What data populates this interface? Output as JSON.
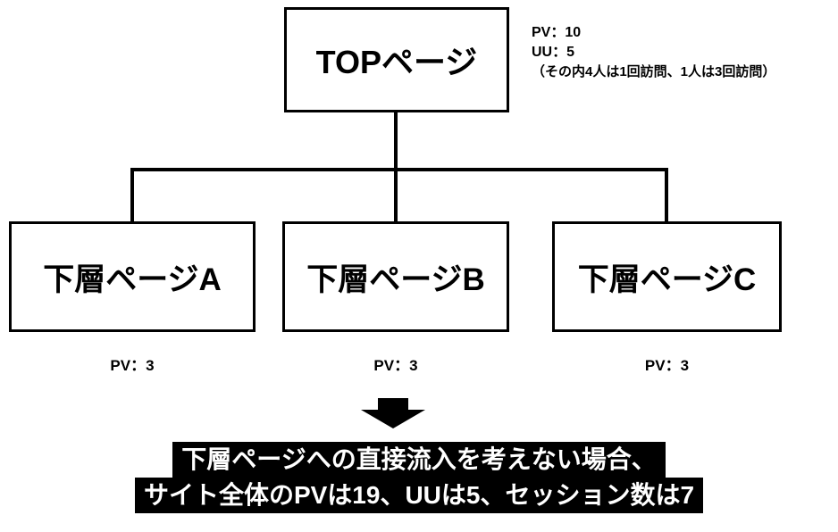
{
  "diagram": {
    "top_box": {
      "label": "TOPページ"
    },
    "top_stats": {
      "pv": "PV：10",
      "uu": "UU：5",
      "note": "（その内4人は1回訪問、1人は3回訪問）"
    },
    "child_boxes": [
      {
        "label": "下層ページA",
        "pv": "PV：3"
      },
      {
        "label": "下層ページB",
        "pv": "PV：3"
      },
      {
        "label": "下層ページC",
        "pv": "PV：3"
      }
    ],
    "conclusion": {
      "line1": "下層ページへの直接流入を考えない場合、",
      "line2": "サイト全体のPVは19、UUは5、セッション数は7"
    },
    "colors": {
      "line": "#000000",
      "banner_bg": "#000000",
      "banner_text": "#ffffff",
      "box_border": "#000000"
    }
  }
}
